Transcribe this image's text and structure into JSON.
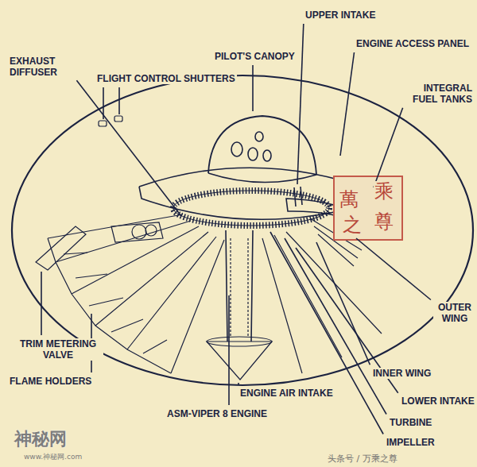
{
  "diagram": {
    "labels": [
      "EXHAUST DIFFUSER",
      "FLIGHT CONTROL SHUTTERS",
      "PILOT'S CANOPY",
      "UPPER INTAKE",
      "ENGINE ACCESS PANEL",
      "INTEGRAL FUEL TANKS",
      "OUTER WING",
      "INNER WING",
      "LOWER INTAKE",
      "TURBINE",
      "IMPELLER",
      "ENGINE AIR INTAKE",
      "ASM-VIPER 8 ENGINE",
      "FLAME HOLDERS",
      "TRIM METERING VALVE",
      "乘",
      "萬",
      "尊",
      "之",
      "神秘网",
      "www.神秘网.com",
      "头条号 / 万乘之尊"
    ]
  }
}
